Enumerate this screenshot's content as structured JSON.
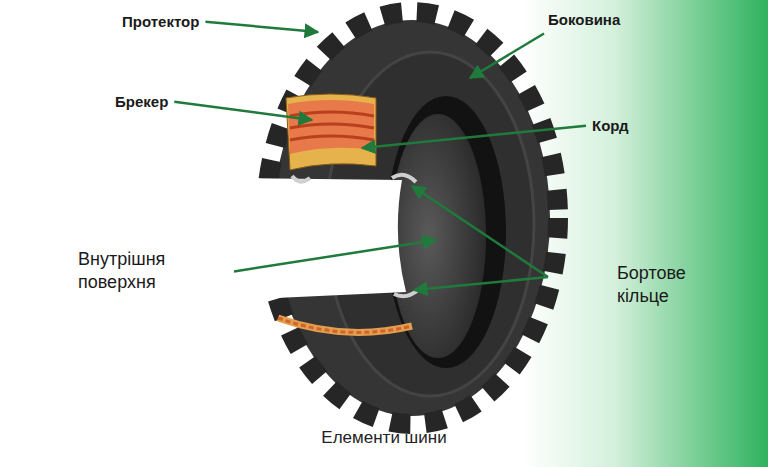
{
  "diagram": {
    "caption": "Елементи шини",
    "labels": [
      "Протектор",
      "Брекер",
      "Боковина",
      "Корд",
      "Внутрішня поверхня",
      "Бортове кільце"
    ]
  }
}
